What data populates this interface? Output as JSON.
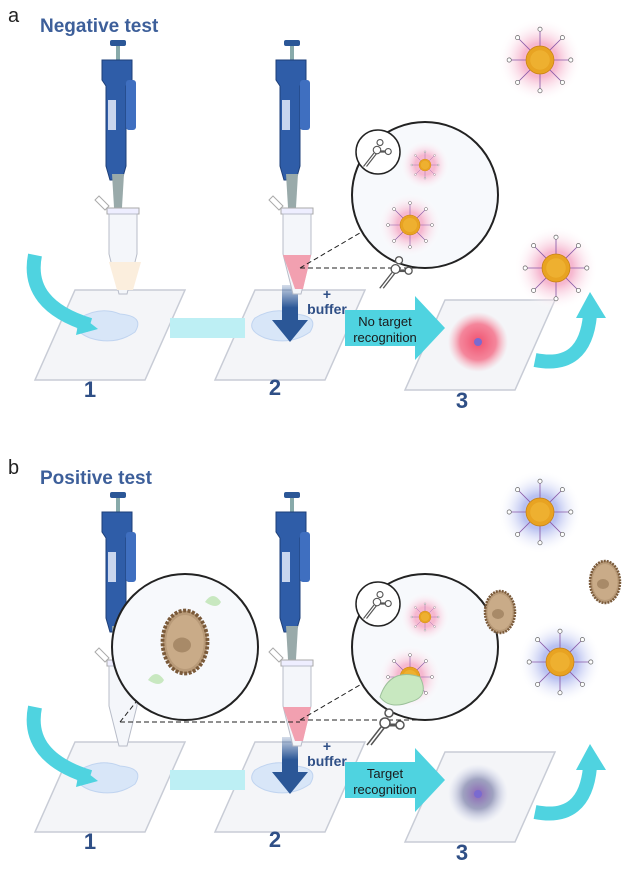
{
  "panels": [
    {
      "letter": "a",
      "title": "Negative test",
      "steps": [
        "1",
        "2",
        "3"
      ],
      "buffer_plus": "+",
      "buffer": "buffer",
      "arrow_line1": "No target",
      "arrow_line2": "recognition"
    },
    {
      "letter": "b",
      "title": "Positive test",
      "steps": [
        "1",
        "2",
        "3"
      ],
      "buffer_plus": "+",
      "buffer": "buffer",
      "arrow_line1": "Target",
      "arrow_line2": "recognition"
    }
  ],
  "colors": {
    "title": "#3d5f9a",
    "cyan_arrow": "#4fd3e0",
    "down_arrow": "#2b5797",
    "nanoparticle": "#e8a322",
    "red_glow": "#f0506e",
    "blue_glow": "#7b7fd0"
  }
}
